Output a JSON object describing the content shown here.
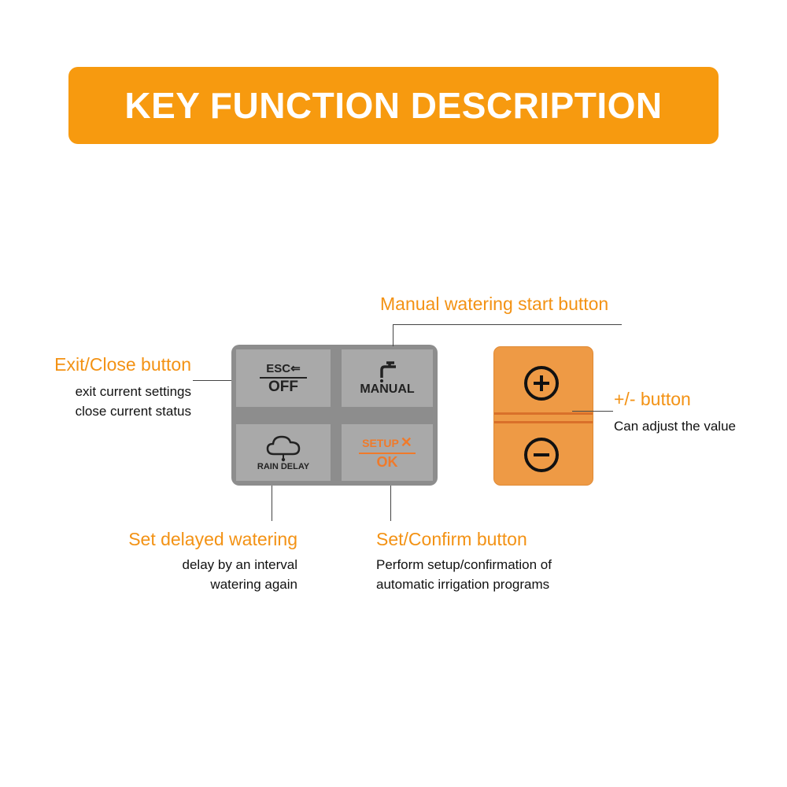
{
  "title": "KEY FUNCTION DESCRIPTION",
  "keys": {
    "esc": "ESC⇐",
    "off": "OFF",
    "manual": "MANUAL",
    "rain_delay": "RAIN DELAY",
    "setup": "SETUP",
    "ok": "OK"
  },
  "callouts": {
    "manual": {
      "title": "Manual watering start button"
    },
    "exit": {
      "title": "Exit/Close button",
      "lines": [
        "exit current settings",
        "close current status"
      ]
    },
    "plusminus": {
      "title": "+/- button",
      "lines": [
        "Can adjust the value"
      ]
    },
    "delay": {
      "title": "Set delayed watering",
      "lines": [
        "delay by an interval",
        "watering again"
      ]
    },
    "confirm": {
      "title": "Set/Confirm button",
      "lines": [
        "Perform setup/confirmation of",
        "automatic irrigation programs"
      ]
    }
  },
  "colors": {
    "accent": "#F79A0F",
    "keypad": "#A9A9A9",
    "plusminus": "#EE9A45",
    "setup": "#F07A2A"
  }
}
